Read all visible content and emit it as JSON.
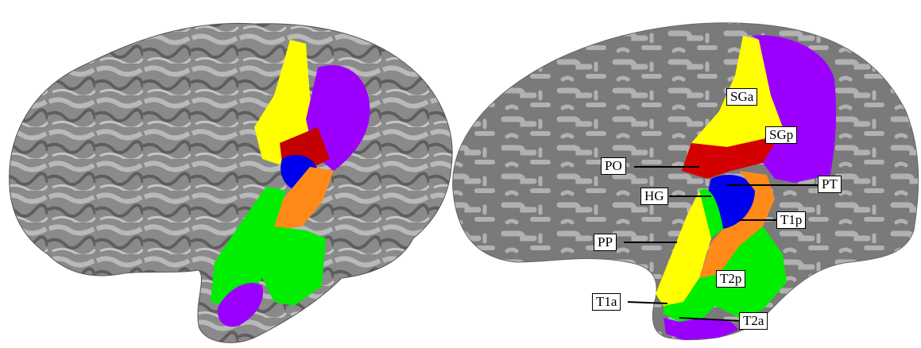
{
  "figure": {
    "views": [
      "folded-cortex-view",
      "inflated-cortex-view"
    ],
    "colors": {
      "background": "#ffffff",
      "cortex_dark": "#6f6f6f",
      "cortex_light": "#a9a9a9",
      "yellow": "#ffff00",
      "purple": "#9b00ff",
      "red": "#d40000",
      "blue": "#0000ee",
      "orange": "#ff8a1a",
      "green": "#00ee00"
    },
    "regions": [
      {
        "id": "SGa",
        "label": "SGa",
        "color": "#ffff00"
      },
      {
        "id": "SGp",
        "label": "SGp",
        "color": "#9b00ff"
      },
      {
        "id": "PO",
        "label": "PO",
        "color": "#d40000"
      },
      {
        "id": "HG",
        "label": "HG",
        "color": "#0000ee"
      },
      {
        "id": "PT",
        "label": "PT",
        "color": "#0000ee"
      },
      {
        "id": "T1p",
        "label": "T1p",
        "color": "#ff8a1a"
      },
      {
        "id": "PP",
        "label": "PP",
        "color": "#ffff00"
      },
      {
        "id": "T2p",
        "label": "T2p",
        "color": "#00ee00"
      },
      {
        "id": "T1a",
        "label": "T1a",
        "color": "#00ee00"
      },
      {
        "id": "T2a",
        "label": "T2a",
        "color": "#9b00ff"
      }
    ]
  }
}
